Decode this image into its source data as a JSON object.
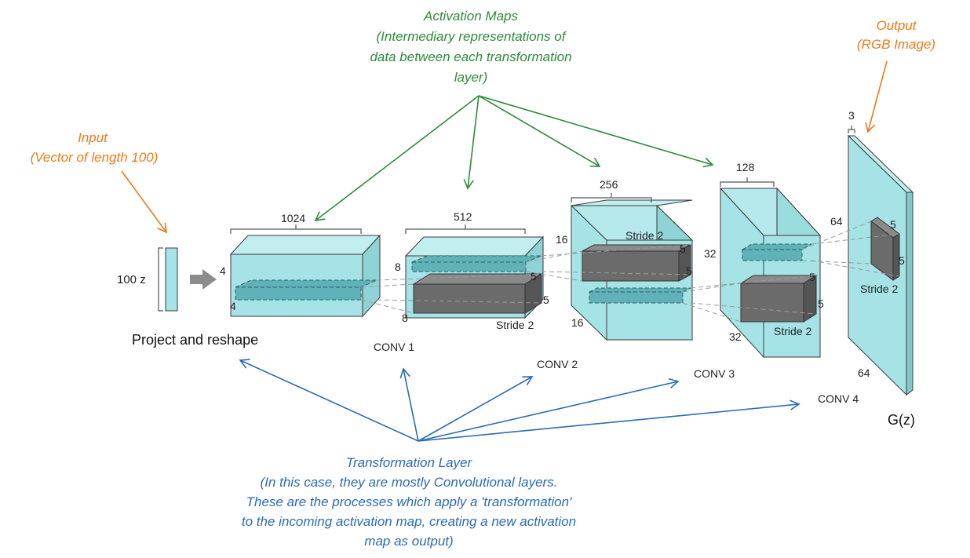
{
  "annotations": {
    "activation_maps": {
      "title": "Activation Maps",
      "line1": "(Intermediary representations of",
      "line2": "data between each transformation",
      "line3": "layer)"
    },
    "output": {
      "title": "Output",
      "subtitle": "(RGB Image)"
    },
    "input": {
      "title": "Input",
      "subtitle": "(Vector of length 100)"
    },
    "transformation_layer": {
      "title": "Transformation Layer",
      "line1": "(In this case, they are mostly Convolutional layers.",
      "line2": "These are the processes which apply a 'transformation'",
      "line3": "to the incoming activation map, creating a new activation",
      "line4": "map as output)"
    }
  },
  "network": {
    "input_label": "100 z",
    "project_label": "Project and reshape",
    "output_label": "G(z)",
    "block1": {
      "depth": "1024",
      "height": "4",
      "width": "4"
    },
    "block2": {
      "depth": "512",
      "height": "8",
      "width": "8",
      "kernel_a": "5",
      "kernel_b": "5",
      "stride": "Stride 2",
      "conv": "CONV 1"
    },
    "block3": {
      "depth": "256",
      "height": "16",
      "width": "16",
      "kernel_a": "5",
      "kernel_b": "5",
      "stride": "Stride 2",
      "conv": "CONV 2"
    },
    "block4": {
      "depth": "128",
      "height": "32",
      "width": "32",
      "kernel_a": "5",
      "kernel_b": "5",
      "stride": "Stride 2",
      "conv": "CONV 3"
    },
    "block5": {
      "depth": "3",
      "height": "64",
      "width": "64",
      "kernel_a": "5",
      "kernel_b": "5",
      "stride": "Stride 2",
      "conv": "CONV 4"
    }
  },
  "colors": {
    "activation_annotation": "#2e8b3a",
    "transformation_annotation": "#2a6bb5",
    "io_annotation": "#ee7a1a",
    "activation_block": "#a6e3e6",
    "kernel": "#6b6b6b"
  }
}
